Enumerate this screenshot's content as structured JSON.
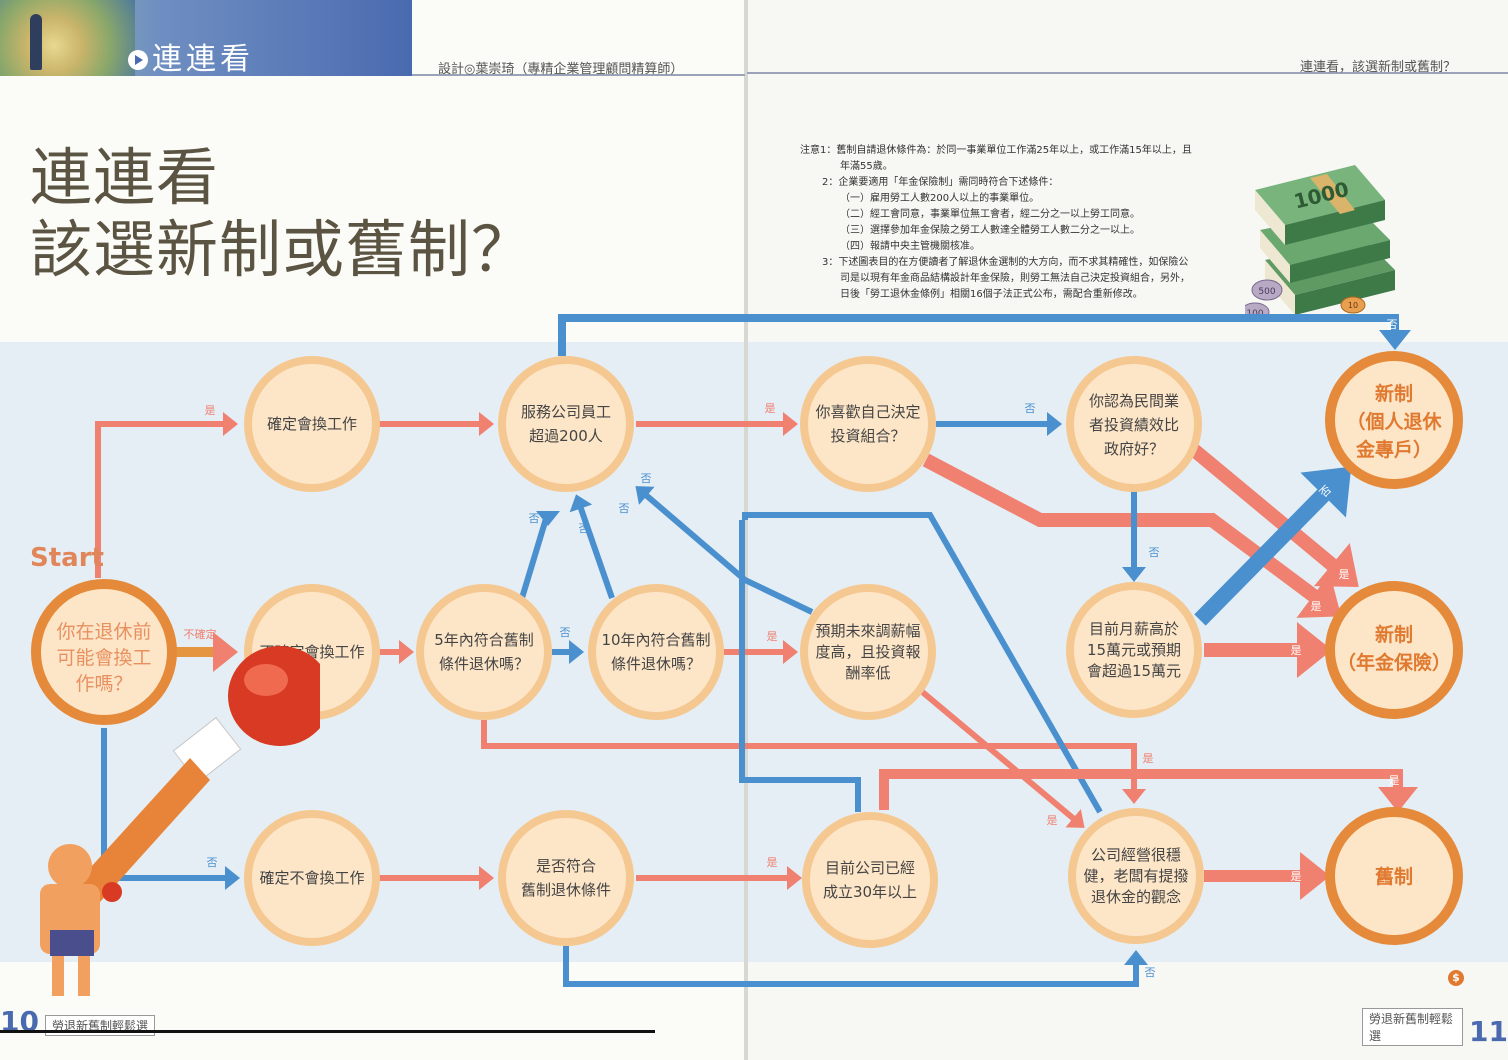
{
  "header": {
    "section_title": "連連看",
    "designer": "設計◎葉崇琦（專精企業管理顧問精算師）",
    "running_head": "連連看，該選新制或舊制？"
  },
  "title": {
    "line1": "連連看",
    "line2": "該選新制或舊制？"
  },
  "notes": {
    "n1_label": "注意1：",
    "n1_text": "舊制自請退休條件為：於同一事業單位工作滿25年以上，或工作滿15年以上，且",
    "n1_text2": "年滿55歲。",
    "n2_label": "2：",
    "n2_text": "企業要適用「年金保險制」需同時符合下述條件：",
    "n2_items": [
      "（一）雇用勞工人數200人以上的事業單位。",
      "（二）經工會同意，事業單位無工會者，經二分之一以上勞工同意。",
      "（三）選擇參加年金保險之勞工人數達全體勞工人數二分之一以上。",
      "（四）報請中央主管機關核准。"
    ],
    "n3_label": "3：",
    "n3_text": "下述圖表目的在方便讀者了解退休金選制的大方向，而不求其精確性，如保險公",
    "n3_text2": "司是以現有年金商品結構設計年金保險，則勞工無法自己決定投資組合，另外，",
    "n3_text3": "日後「勞工退休金條例」相關16個子法正式公布，需配合重新修改。"
  },
  "start_label": "Start",
  "nodes": {
    "start_q": [
      "你在退休前",
      "可能會換工",
      "作嗎？"
    ],
    "sure_change": [
      "確定會換工作"
    ],
    "unsure_change": [
      "不確定會換工作"
    ],
    "no_change": [
      "確定不會換工作"
    ],
    "over200": [
      "服務公司員工",
      "超過200人"
    ],
    "within5": [
      "5年內符合舊制",
      "條件退休嗎？"
    ],
    "within10": [
      "10年內符合舊制",
      "條件退休嗎？"
    ],
    "meet_old": [
      "是否符合",
      "舊制退休條件"
    ],
    "choose_invest": [
      "你喜歡自己決定",
      "投資組合？"
    ],
    "expect_low": [
      "預期未來調薪幅",
      "度高，且投資報",
      "酬率低"
    ],
    "company30": [
      "目前公司已經",
      "成立30年以上"
    ],
    "private_better": [
      "你認為民間業",
      "者投資績效比",
      "政府好？"
    ],
    "salary15": [
      "目前月薪高於",
      "15萬元或預期",
      "會超過15萬元"
    ],
    "company_sound": [
      "公司經營很穩",
      "健，老闆有提撥",
      "退休金的觀念"
    ],
    "new_account": [
      "新制",
      "（個人退休",
      "金專戶）"
    ],
    "new_annuity": [
      "新制",
      "（年金保險）"
    ],
    "old_system": [
      "舊制"
    ]
  },
  "edge_labels": {
    "yes": "是",
    "no": "否",
    "unsure": "不確定"
  },
  "money_label": "1000",
  "coin_labels": [
    "500",
    "100",
    "10"
  ],
  "footer": {
    "left_page": "10",
    "right_page": "11",
    "book_title": "勞退新舊制輕鬆選"
  },
  "colors": {
    "red_arrow": "#f08070",
    "blue_arrow": "#4a90cf",
    "node_fill": "#fde6c8",
    "node_ring": "#f5c891",
    "final_ring": "#e58a3a"
  }
}
